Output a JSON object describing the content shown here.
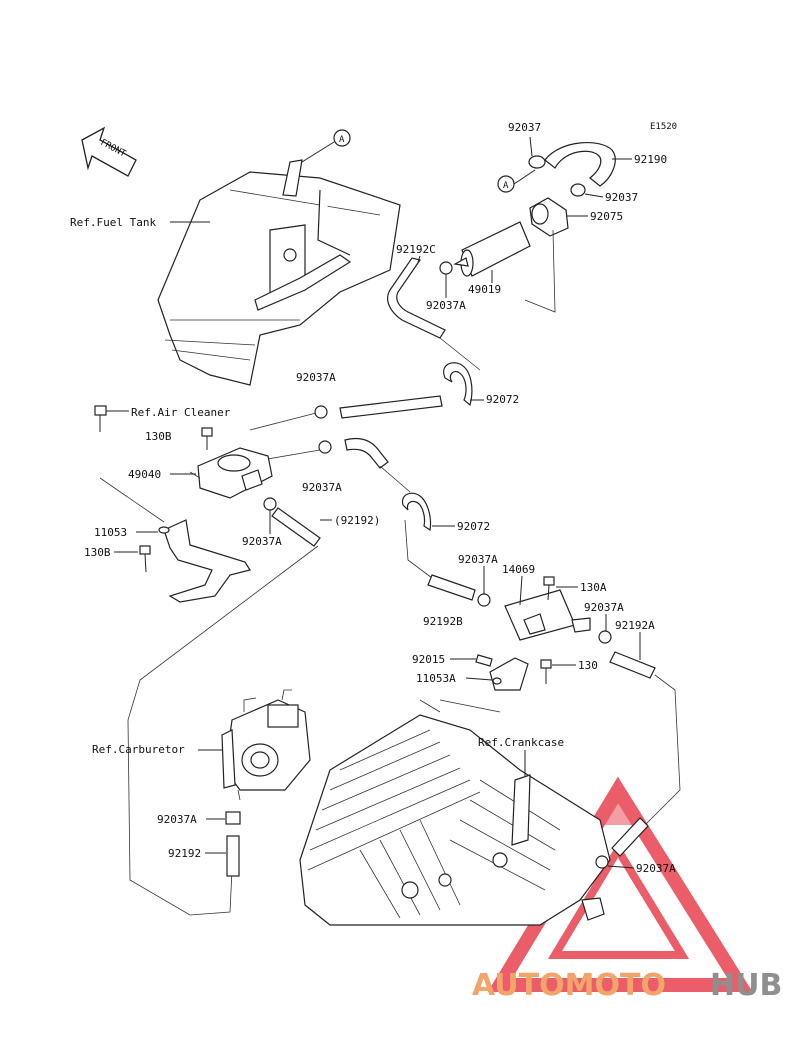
{
  "diagram": {
    "code": "E1520",
    "front_label": "FRONT",
    "connector_label": "A",
    "references": {
      "fuel_tank": "Ref.Fuel Tank",
      "air_cleaner": "Ref.Air Cleaner",
      "carburetor": "Ref.Carburetor",
      "crankcase": "Ref.Crankcase"
    },
    "labels": [
      "92037",
      "92190",
      "92037",
      "92075",
      "92192C",
      "92037A",
      "49019",
      "92037A",
      "92072",
      "130B",
      "49040",
      "92037A",
      "11053",
      "130B",
      "92037A",
      "(92192)",
      "92072",
      "92037A",
      "14069",
      "130A",
      "92037A",
      "92192B",
      "92192A",
      "92015",
      "130",
      "11053A",
      "92037A",
      "92192",
      "92037A"
    ]
  },
  "watermark": {
    "part1": "AUTOMOTO",
    "part2": "HUB",
    "color_primary": "#f2a56b",
    "color_secondary": "#8f8f8f",
    "triangle_color": "#e8414e"
  }
}
